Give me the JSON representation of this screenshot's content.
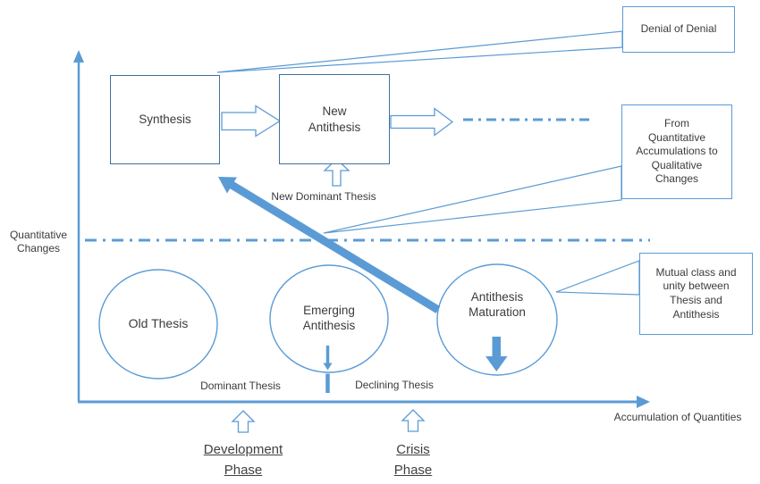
{
  "colors": {
    "accent": "#5B9BD5",
    "box_border": "#41719C",
    "text": "#3B3B3B"
  },
  "axes": {
    "y_label": "Quantitative\nChanges",
    "x_label": "Accumulation of Quantities"
  },
  "labels": {
    "synthesis": "Synthesis",
    "new_antithesis": "New\nAntithesis",
    "new_dominant_thesis": "New Dominant Thesis",
    "old_thesis": "Old Thesis",
    "emerging_antithesis": "Emerging\nAntithesis",
    "antithesis_maturation": "Antithesis\nMaturation",
    "dominant_thesis": "Dominant Thesis",
    "declining_thesis": "Declining Thesis",
    "development_phase": "Development\nPhase",
    "crisis_phase": "Crisis\nPhase"
  },
  "callouts": {
    "denial_of_denial": "Denial of Denial",
    "from_quantitative": "From\nQuantitative\nAccumulations to\nQualitative\nChanges",
    "mutual_class": "Mutual class and\nunity between\nThesis and\nAntithesis"
  }
}
